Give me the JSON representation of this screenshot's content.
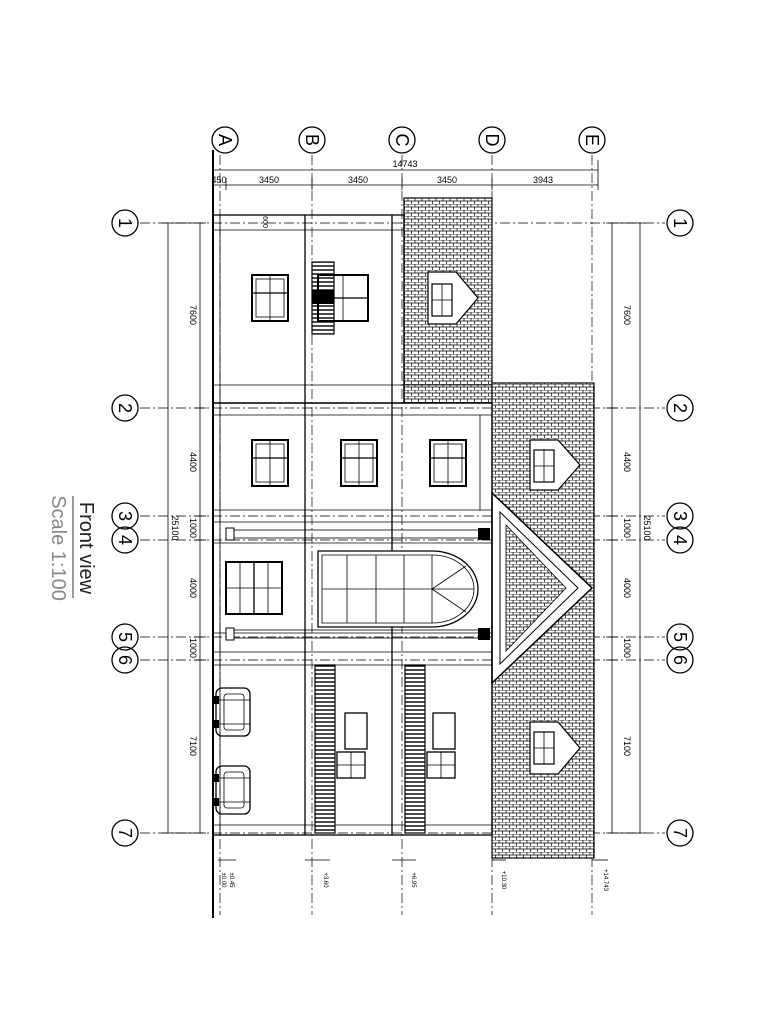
{
  "drawing": {
    "title": "Front view",
    "scale": "Scale 1:100",
    "overall_dimension": "14743",
    "grid_letters": [
      "A",
      "B",
      "C",
      "D",
      "E"
    ],
    "grid_numbers": [
      "1",
      "2",
      "3",
      "4",
      "5",
      "6",
      "7"
    ],
    "top_dimensions": [
      "450",
      "3450",
      "3450",
      "3450",
      "3943"
    ],
    "row_dimensions": [
      "7600",
      "4400",
      "1000",
      "4000",
      "1000",
      "7100"
    ],
    "side_total": "25100",
    "small_note": "600",
    "levels": [
      "±0.00",
      "±0.45",
      "+3.60",
      "+6.95",
      "+10.30",
      "+14.743"
    ]
  },
  "colors": {
    "ink": "#000000",
    "paper": "#ffffff",
    "scale_text": "#888888"
  }
}
